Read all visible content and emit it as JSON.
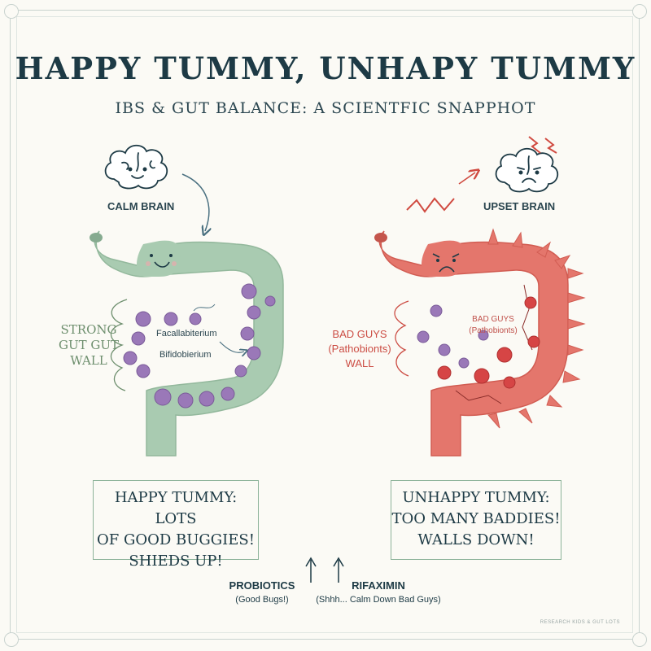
{
  "title": "HAPPY TUMMY, UNHAPY TUMMY",
  "subtitle": "IBS & GUT BALANCE: A SCIENTFIC SNAPPHOT",
  "left": {
    "brain_label": "CALM BRAIN",
    "wall_label": [
      "STRONG",
      "GUT GUT",
      "WALL"
    ],
    "bacteria_labels": [
      "Facallabiterium",
      "Bifidobierium"
    ],
    "summary": [
      "HAPPY TUMMY: LOTS",
      "OF GOOD BUGGIES!",
      "SHIEDS UP!"
    ],
    "colors": {
      "gut": "#a9cbb1",
      "bacteria": "#9a78b8"
    }
  },
  "right": {
    "brain_label": "UPSET BRAIN",
    "wall_label": [
      "BAD GUYS",
      "(Pathobionts)",
      "WALL"
    ],
    "bad_guys_label": [
      "BAD GUYS",
      "(Pathobionts)"
    ],
    "summary": [
      "UNHAPPY TUMMY:",
      "TOO MANY BADDIES!",
      "WALLS DOWN!"
    ],
    "colors": {
      "gut": "#e4766c",
      "bad_bacteria": "#d64545"
    }
  },
  "treatments": [
    {
      "name": "PROBIOTICS",
      "note": "(Good Bugs!)",
      "icon": "arrow-up-icon"
    },
    {
      "name": "RIFAXIMIN",
      "note": "(Shhh... Calm Down Bad Guys)",
      "icon": "arrow-up-icon"
    }
  ],
  "credit": "RESEARCH KIDS & GUT LOTS"
}
